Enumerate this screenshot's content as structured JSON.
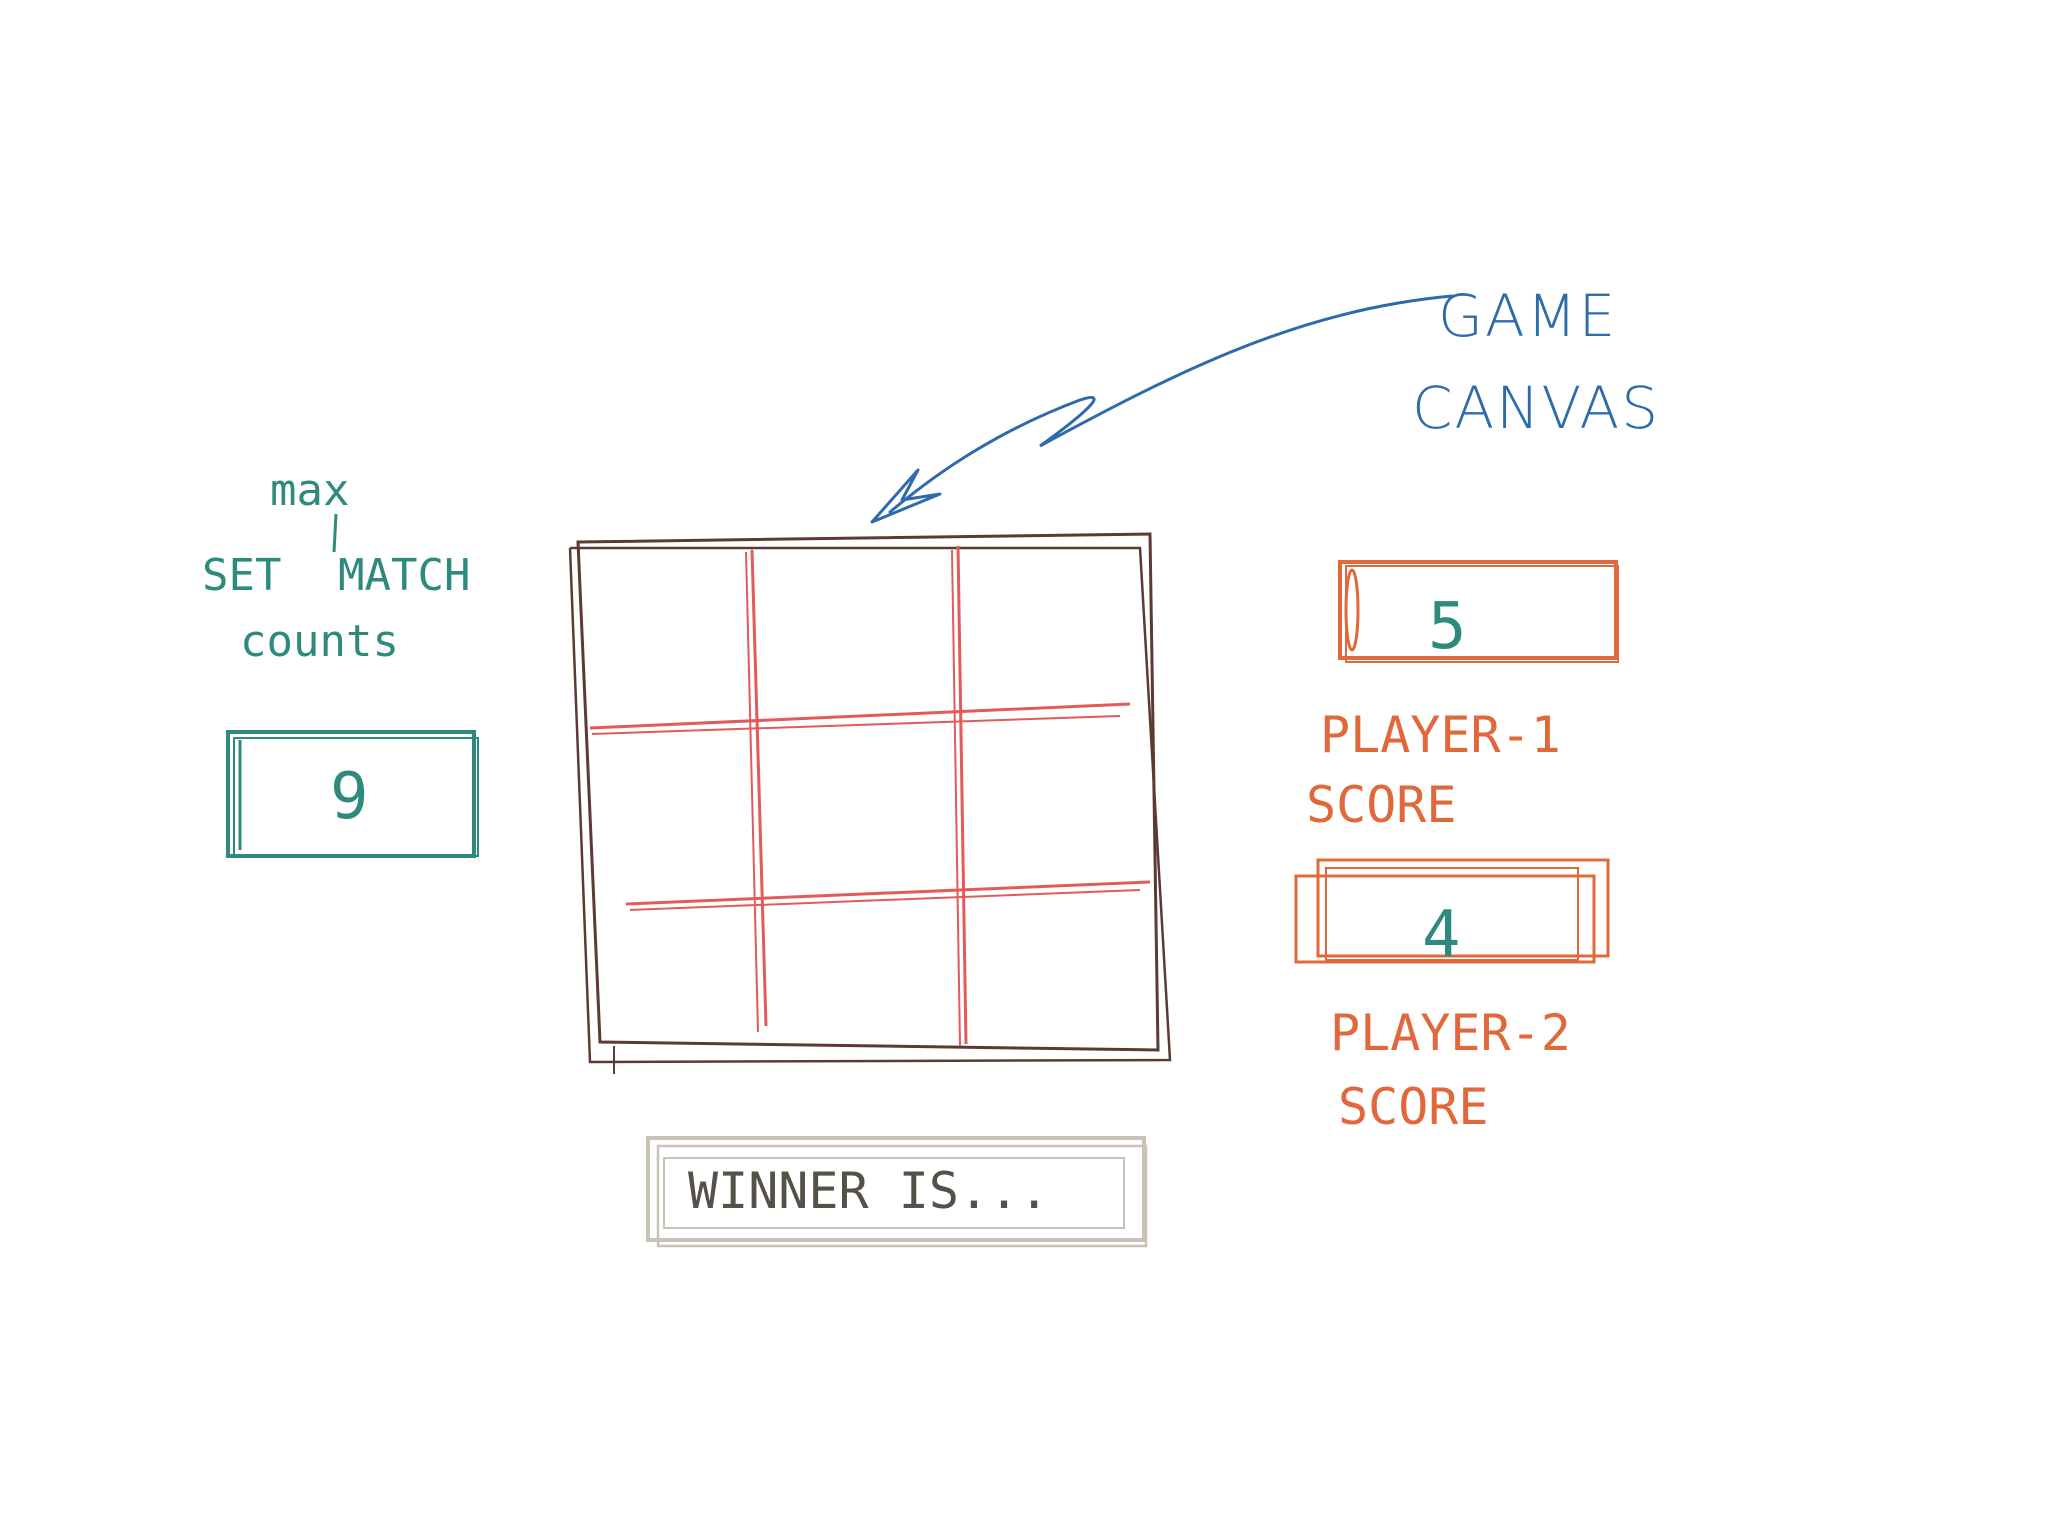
{
  "colors": {
    "teal": "#2f8a7e",
    "orange": "#e0683b",
    "red_grid": "#e35a5a",
    "brown_frame": "#5b3a32",
    "blue_annotation": "#2f6bab",
    "gray_box": "#c9c3b6",
    "dark_text": "#555048"
  },
  "annotation": {
    "line1": "GAME",
    "line2": "CANVAS"
  },
  "left_panel": {
    "label_max": "max",
    "label_set_match": "SET",
    "label_match": "MATCH",
    "label_counts": "counts",
    "value": "9"
  },
  "player1": {
    "score": "5",
    "label_line1": "PLAYER-1",
    "label_line2": "SCORE"
  },
  "player2": {
    "score": "4",
    "label_line1": "PLAYER-2",
    "label_line2": "SCORE"
  },
  "winner_box": {
    "text": "WINNER IS..."
  }
}
